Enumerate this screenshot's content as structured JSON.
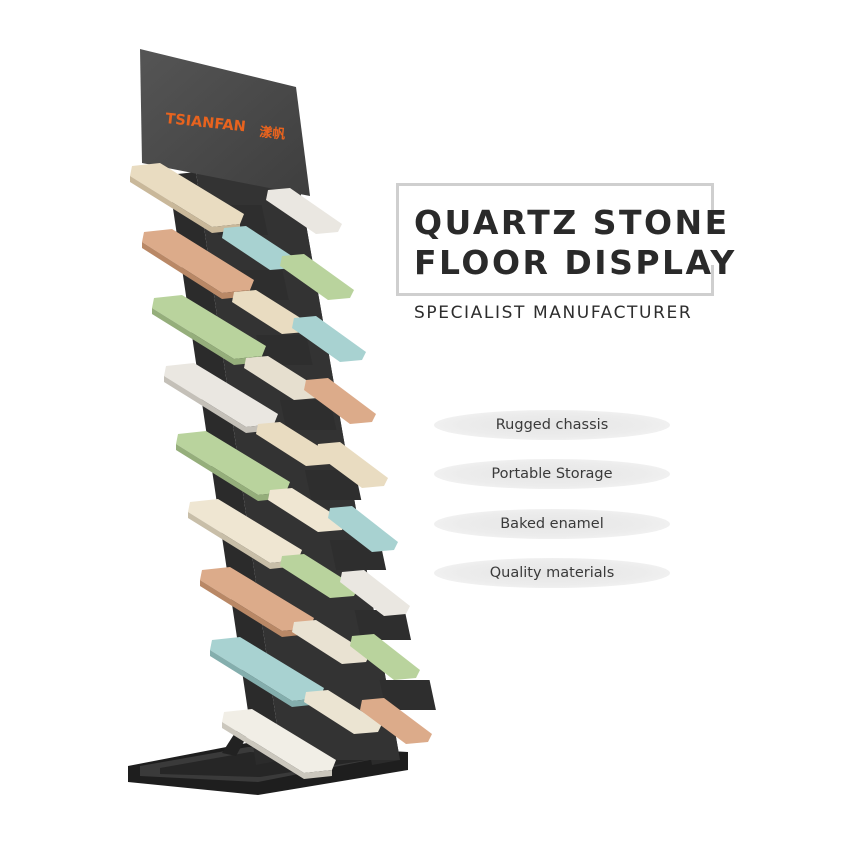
{
  "brand": {
    "name": "TSIANFAN",
    "chinese_name": "漾帆",
    "color": "#e8631e",
    "panel_color": "#4a4a4a"
  },
  "headline": {
    "line1": "QUARTZ STONE",
    "line2": "FLOOR DISPLAY",
    "subtitle": "SPECIALIST MANUFACTURER"
  },
  "features": [
    "Rugged chassis",
    "Portable Storage",
    "Baked enamel",
    "Quality materials"
  ],
  "colors": {
    "frame": "#cfcfcf",
    "rack": "#2b2b2b",
    "text": "#2a2a2a",
    "pill": "#e8e8e8",
    "samples": [
      "#e9dcc1",
      "#dcab8a",
      "#b9d39d",
      "#a8d2d1",
      "#eae7e1",
      "#f1eee6"
    ]
  }
}
